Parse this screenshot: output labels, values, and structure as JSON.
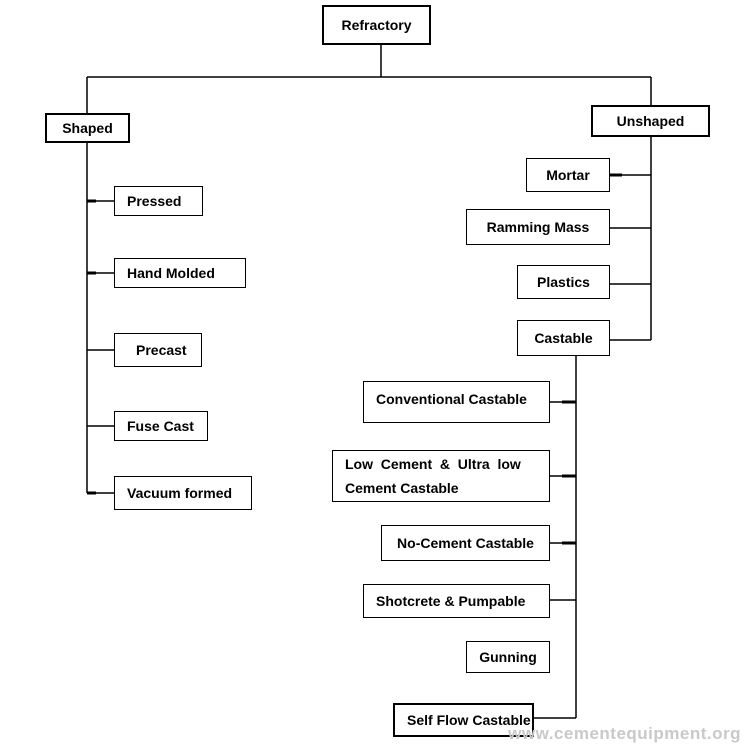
{
  "diagram": {
    "root": "Refractory",
    "shaped": {
      "label": "Shaped",
      "items": [
        "Pressed",
        "Hand Molded",
        "Precast",
        "Fuse Cast",
        "Vacuum formed"
      ]
    },
    "unshaped": {
      "label": "Unshaped",
      "items": [
        "Mortar",
        "Ramming Mass",
        "Plastics",
        "Castable"
      ]
    },
    "castable": {
      "items": [
        "Conventional Castable",
        "Low Cement & Ultra low Cement Castable",
        "No-Cement Castable",
        "Shotcrete & Pumpable",
        "Gunning",
        "Self Flow Castable"
      ],
      "low_cement_line1": "Low  Cement  &  Ultra  low",
      "low_cement_line2": "Cement Castable"
    }
  },
  "watermark": "www.cementequipment.org",
  "colors": {
    "line": "#000000",
    "watermark": "#c9c9c9"
  }
}
